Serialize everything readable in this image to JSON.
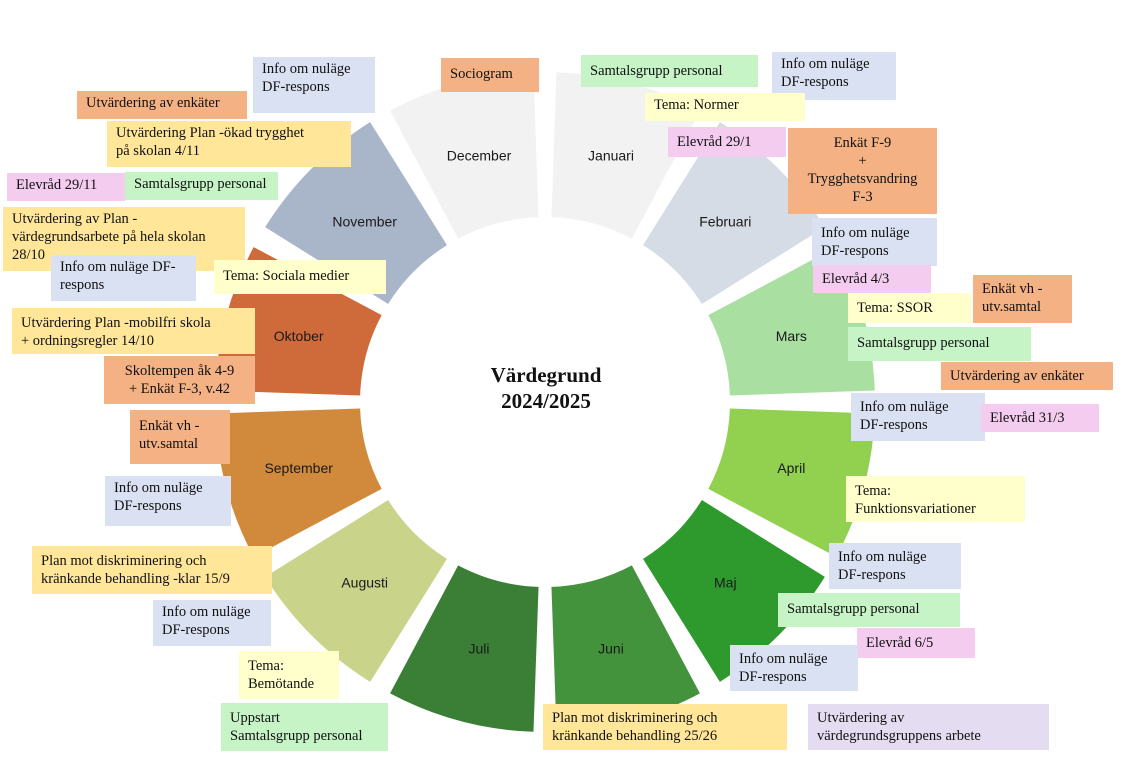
{
  "title_line1": "Värdegrund",
  "title_line2": "2024/2025",
  "months": [
    {
      "name": "Januari",
      "color": "#f2f2f2"
    },
    {
      "name": "Februari",
      "color": "#d6dce5"
    },
    {
      "name": "Mars",
      "color": "#a9dfa0"
    },
    {
      "name": "April",
      "color": "#92d050"
    },
    {
      "name": "Maj",
      "color": "#2e9a2e"
    },
    {
      "name": "Juni",
      "color": "#43923c"
    },
    {
      "name": "Juli",
      "color": "#3a7f35"
    },
    {
      "name": "Augusti",
      "color": "#c9d38a"
    },
    {
      "name": "September",
      "color": "#d18a3b"
    },
    {
      "name": "Oktober",
      "color": "#cf6a3a"
    },
    {
      "name": "November",
      "color": "#a9b5c9"
    },
    {
      "name": "December",
      "color": "#f2f2f2"
    }
  ],
  "notes": [
    "Sociogram",
    "Info om nuläge\nDF-respons",
    "Utvärdering av enkäter",
    "Utvärdering Plan -ökad trygghet\npå skolan 4/11",
    "Elevråd 29/11",
    "Samtalsgrupp personal",
    "Utvärdering av Plan -\nvärdegrundsarbete på hela skolan\n28/10",
    "Info om nuläge DF-\nrespons",
    "Tema: Sociala medier",
    "Utvärdering Plan -mobilfri skola\n+ ordningsregler 14/10",
    "Skoltempen åk 4-9\n+ Enkät F-3, v.42",
    "Enkät vh -\nutv.samtal",
    "Info om nuläge\nDF-respons",
    "Plan mot diskriminering och\nkränkande behandling -klar 15/9",
    "Info om nuläge\nDF-respons",
    "Tema:\nBemötande",
    "Uppstart\nSamtalsgrupp personal",
    "Samtalsgrupp personal",
    "Info om nuläge\nDF-respons",
    "Tema: Normer",
    "Elevråd 29/1",
    "Enkät F-9\n+\nTrygghetsvandring\nF-3",
    "Info om nuläge\nDF-respons",
    "Elevråd 4/3",
    "Tema: SSOR",
    "Enkät vh -\nutv.samtal",
    "Samtalsgrupp personal",
    "Utvärdering av enkäter",
    "Info om nuläge\nDF-respons",
    "Elevråd 31/3",
    "Tema:\nFunktionsvariationer",
    "Info om nuläge\nDF-respons",
    "Samtalsgrupp personal",
    "Elevråd 6/5",
    "Info om nuläge\nDF-respons",
    "Plan mot diskriminering och\nkränkande behandling 25/26",
    "Utvärdering av\nvärdegrundsgruppens arbete"
  ]
}
